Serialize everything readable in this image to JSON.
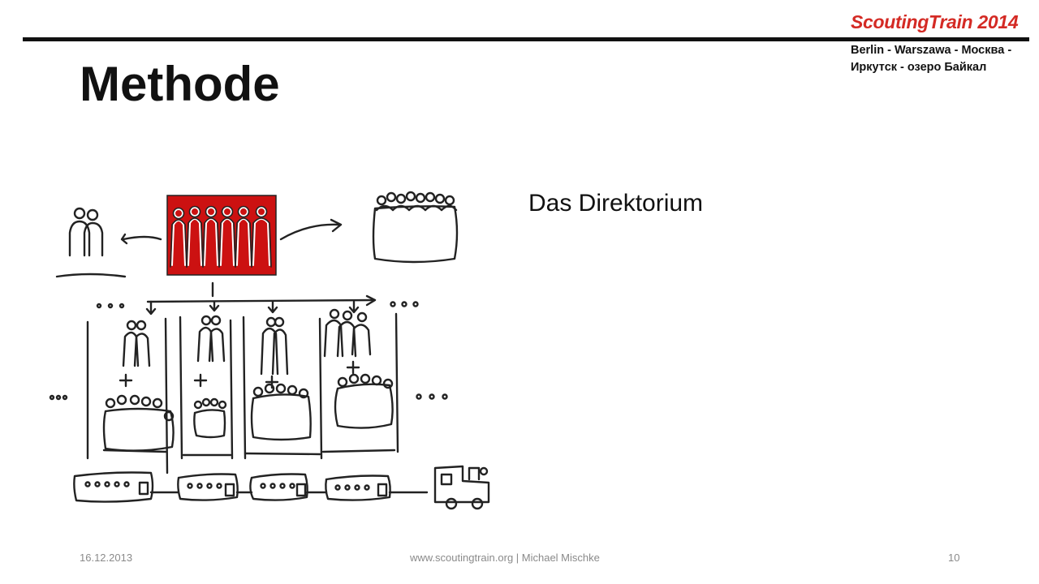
{
  "header": {
    "title": "Methode",
    "logo": {
      "title": "ScoutingTrain 2014",
      "line1": "Berlin - Warszawa - Москва -",
      "line2": "Иркутск - озеро Байкал"
    }
  },
  "content": {
    "heading": "Das Direktorium"
  },
  "footer": {
    "date": "16.12.2013",
    "center": "www.scoutingtrain.org | Michael Mischke",
    "page": "10"
  },
  "colors": {
    "accent": "#d42a24",
    "text": "#111111",
    "footer": "#8a8a8a",
    "sketch_red": "#cc1111"
  }
}
